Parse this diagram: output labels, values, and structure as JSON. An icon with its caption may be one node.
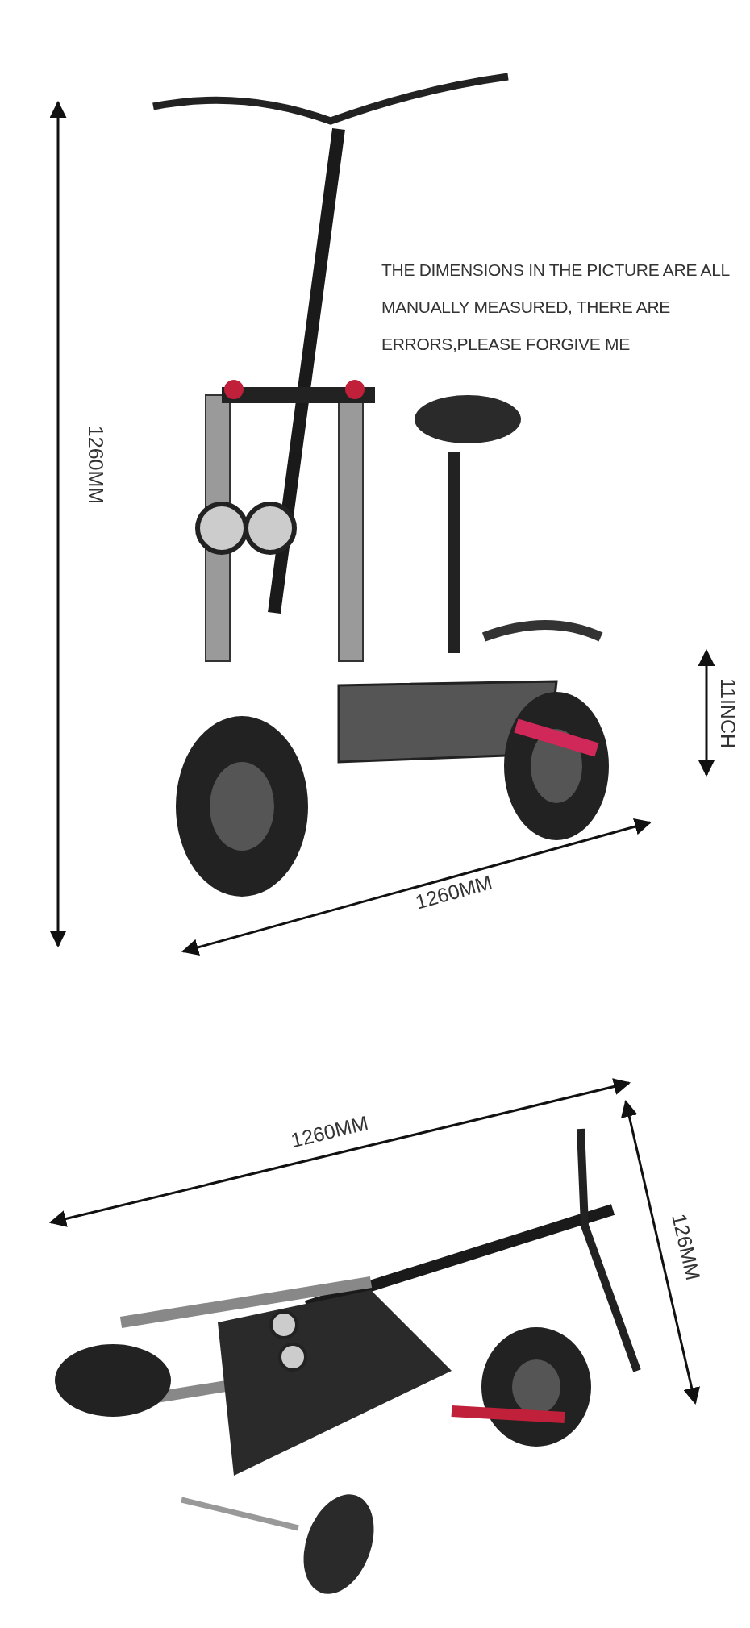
{
  "diagram": {
    "labels": [
      "THE DIMENSIONS IN THE PICTURE ARE ALL MANUALLY MEASURED, THERE ARE ERRORS,PLEASE FORGIVE ME",
      "1260MM",
      "11INCH",
      "1260MM",
      "1260MM",
      "126MM"
    ]
  }
}
